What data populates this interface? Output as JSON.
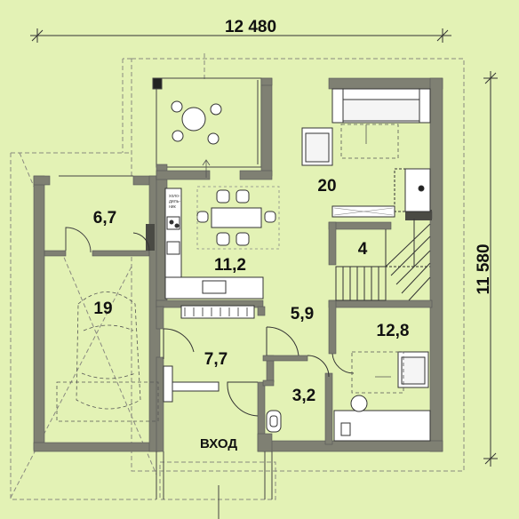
{
  "colors": {
    "background": "#e3f2b5",
    "wall": "#7f8073",
    "wall_dark": "#4a4a44",
    "line": "#333333",
    "dash": "#8a8a80",
    "floor_light": "#eef7cf"
  },
  "dimensions": {
    "width": "12 480",
    "depth": "11 580"
  },
  "rooms": [
    {
      "id": "garage-storage",
      "label": "6,7"
    },
    {
      "id": "garage",
      "label": "19"
    },
    {
      "id": "living",
      "label": "20"
    },
    {
      "id": "kitchen-dining",
      "label": "11,2"
    },
    {
      "id": "stair",
      "label": "4"
    },
    {
      "id": "hall",
      "label": "5,9"
    },
    {
      "id": "entry-hall",
      "label": "7,7"
    },
    {
      "id": "bath",
      "label": "3,2"
    },
    {
      "id": "bedroom",
      "label": "12,8"
    },
    {
      "id": "entrance",
      "label": "ВХОД"
    }
  ]
}
